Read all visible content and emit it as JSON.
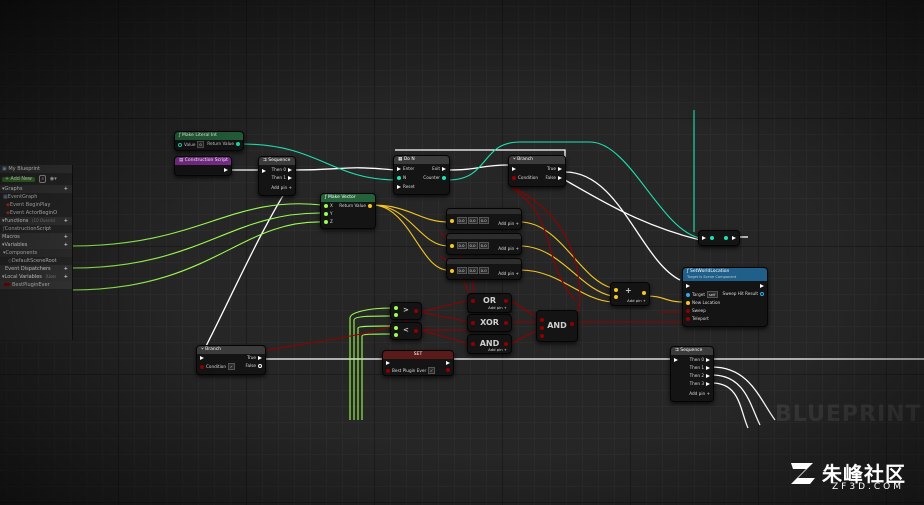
{
  "sidebar": {
    "tab_title": "My Blueprint",
    "add_new_label": "+ Add New",
    "sections": [
      {
        "label": "Graphs",
        "children": [
          "EventGraph",
          "Event BeginPlay",
          "Event ActorBeginO"
        ]
      },
      {
        "label": "Functions",
        "meta": "(10 Overrid",
        "children": [
          "ConstructionScript"
        ]
      },
      {
        "label": "Macros",
        "children": []
      },
      {
        "label": "Variables",
        "children": []
      },
      {
        "label": "Components",
        "children": [
          "DefaultSceneRoot"
        ]
      },
      {
        "label": "Event Dispatchers",
        "children": []
      },
      {
        "label": "Local Variables",
        "meta": "(User",
        "children": []
      }
    ],
    "variable_item": "BestPluginEver"
  },
  "nodes": {
    "make_literal_int": {
      "title": "Make Literal Int",
      "in_label": "Value",
      "in_value": "0",
      "out_label": "Return Value"
    },
    "construction_script": {
      "title": "Construction Script"
    },
    "sequence_top": {
      "title": "Sequence",
      "pins": [
        "Then 0",
        "Then 1"
      ],
      "add_pin": "Add pin +"
    },
    "make_vector": {
      "title": "Make Vector",
      "pins": [
        "X",
        "Y",
        "Z"
      ],
      "out_label": "Return Value"
    },
    "do_n": {
      "title": "Do N",
      "pins": [
        "Enter",
        "N",
        "Reset"
      ],
      "outs": [
        "Exit",
        "Counter"
      ]
    },
    "branch_top": {
      "title": "Branch",
      "in_label": "Condition",
      "outs": [
        "True",
        "False"
      ]
    },
    "vec_op_1": {
      "values": [
        "0.0",
        "0.0",
        "0.0"
      ],
      "add_pin": "Add pin +"
    },
    "vec_op_2": {
      "values": [
        "0.0",
        "0.0",
        "0.0"
      ],
      "add_pin": "Add pin +"
    },
    "vec_op_3": {
      "values": [
        "0.0",
        "0.0",
        "0.0"
      ],
      "add_pin": "Add pin +"
    },
    "vec_add": {
      "op": "+",
      "add_pin": "Add pin +"
    },
    "set_world_location": {
      "title": "SetWorldLocation",
      "subtitle": "Target is Scene Component",
      "pins": [
        "Target",
        "New Location",
        "Sweep",
        "Teleport"
      ],
      "target_value": "self",
      "out_label": "Sweep Hit Result"
    },
    "greater": {
      "op": ">"
    },
    "less": {
      "op": "<"
    },
    "or_node": {
      "title": "OR",
      "add_pin": "Add pin +"
    },
    "xor_node": {
      "title": "XOR"
    },
    "and_node": {
      "title": "AND",
      "add_pin": "Add pin +"
    },
    "and_big": {
      "title": "AND"
    },
    "branch_bottom": {
      "title": "Branch",
      "in_label": "Condition",
      "outs": [
        "True",
        "False"
      ]
    },
    "set_node": {
      "title": "SET",
      "in_label": "Best Plugin Ever"
    },
    "sequence_bottom": {
      "title": "Sequence",
      "pins": [
        "Then 0",
        "Then 1",
        "Then 2",
        "Then 3"
      ],
      "add_pin": "Add pin +"
    }
  },
  "watermark": {
    "graph_label": "BLUEPRINT",
    "site_cn": "朱峰社区",
    "site_en": "ZF3D.COM"
  },
  "colors": {
    "exec": "#ffffff",
    "integer": "#1fe3af",
    "vector": "#f6c624",
    "boolean": "#910000",
    "float": "#9cfc52",
    "function_header": "#1f5f8a",
    "pure_header": "#25623b",
    "event_header": "#7a2d8c"
  }
}
